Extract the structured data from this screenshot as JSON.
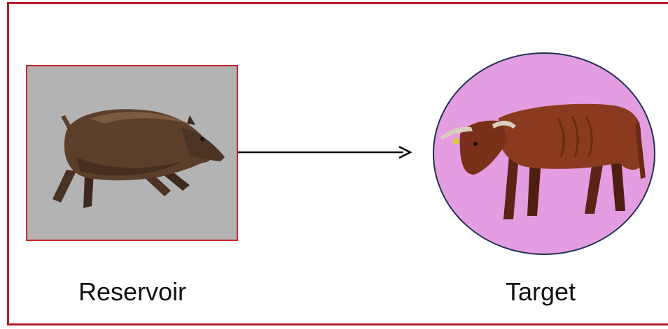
{
  "nodes": {
    "reservoir": {
      "label": "Reservoir",
      "image": "wild-boar",
      "fill": "#b3b3b3",
      "border": "#c8262a"
    },
    "target": {
      "label": "Target",
      "image": "cow",
      "fill": "#e49de0",
      "border": "#1f2f55"
    }
  },
  "edges": [
    {
      "from": "reservoir",
      "to": "target",
      "color": "#000000"
    }
  ],
  "colors": {
    "frame_border": "#b11f2a"
  }
}
